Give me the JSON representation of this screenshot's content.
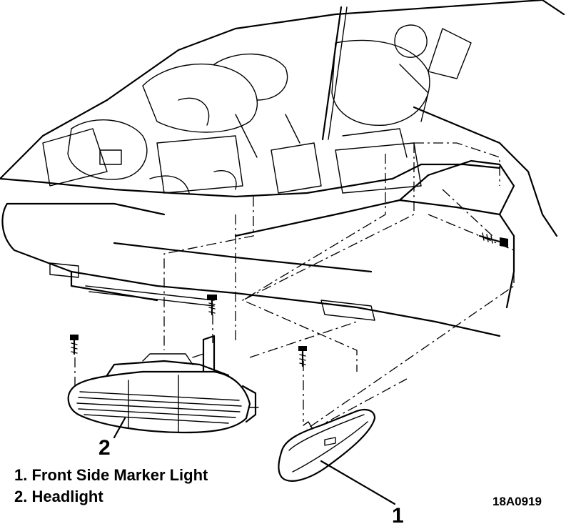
{
  "callouts": {
    "marker_number": "1",
    "headlight_number": "2"
  },
  "legend": {
    "items": [
      "1. Front Side Marker Light",
      "2. Headlight"
    ]
  },
  "figure_id": "18A0919"
}
